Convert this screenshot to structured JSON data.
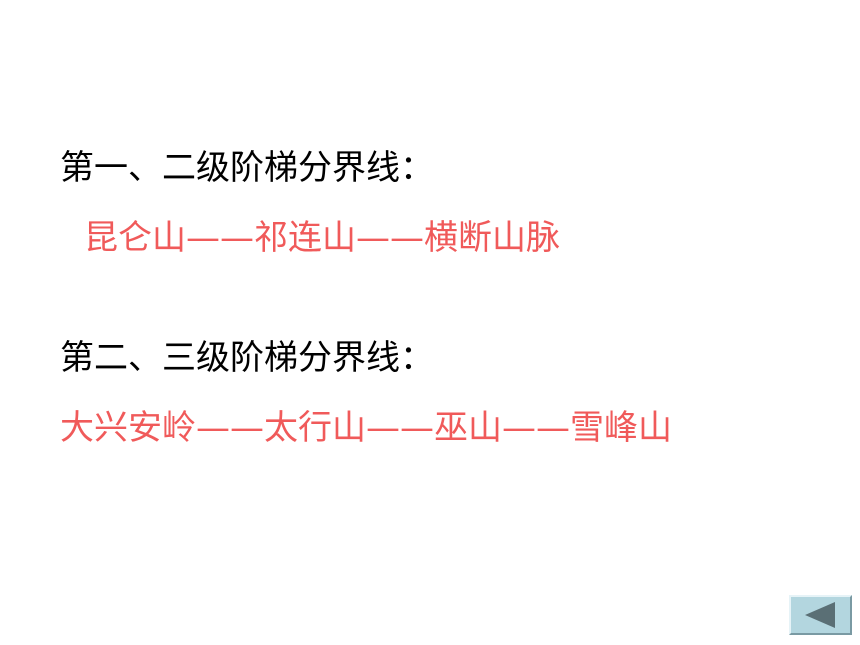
{
  "slide": {
    "boundary_1": {
      "heading": "第一、二级阶梯分界线：",
      "route": "昆仑山——祁连山——横断山脉"
    },
    "boundary_2": {
      "heading": "第二、三级阶梯分界线：",
      "route": "大兴安岭——太行山——巫山——雪峰山"
    }
  },
  "navigation": {
    "back_icon": "triangle-left-icon"
  },
  "colors": {
    "heading_text": "#000000",
    "route_text": "#f05a5a",
    "button_fill": "#b3d6df",
    "button_arrow": "#5a6f75"
  }
}
